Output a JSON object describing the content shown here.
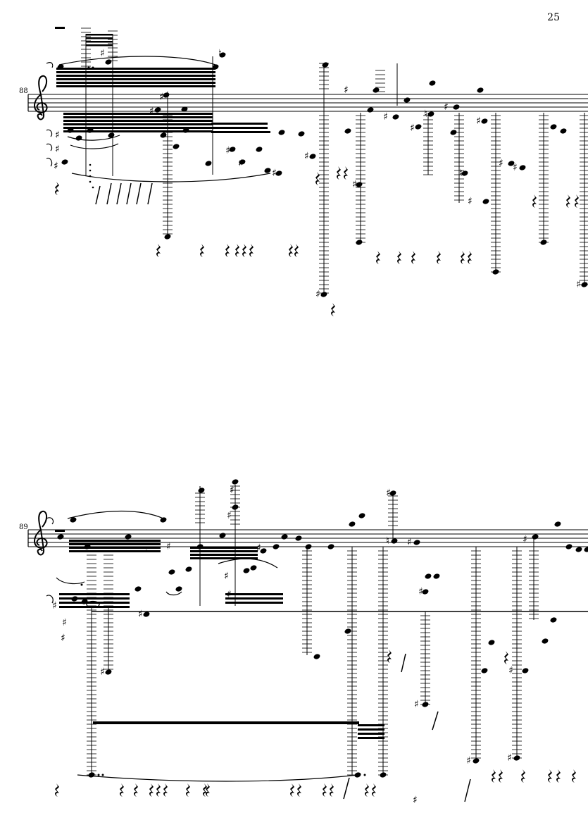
{
  "page": {
    "number": "25"
  },
  "systems": [
    {
      "measure": "88"
    },
    {
      "measure": "89"
    }
  ],
  "colors": {
    "ink": "#000000",
    "paper": "#ffffff"
  }
}
